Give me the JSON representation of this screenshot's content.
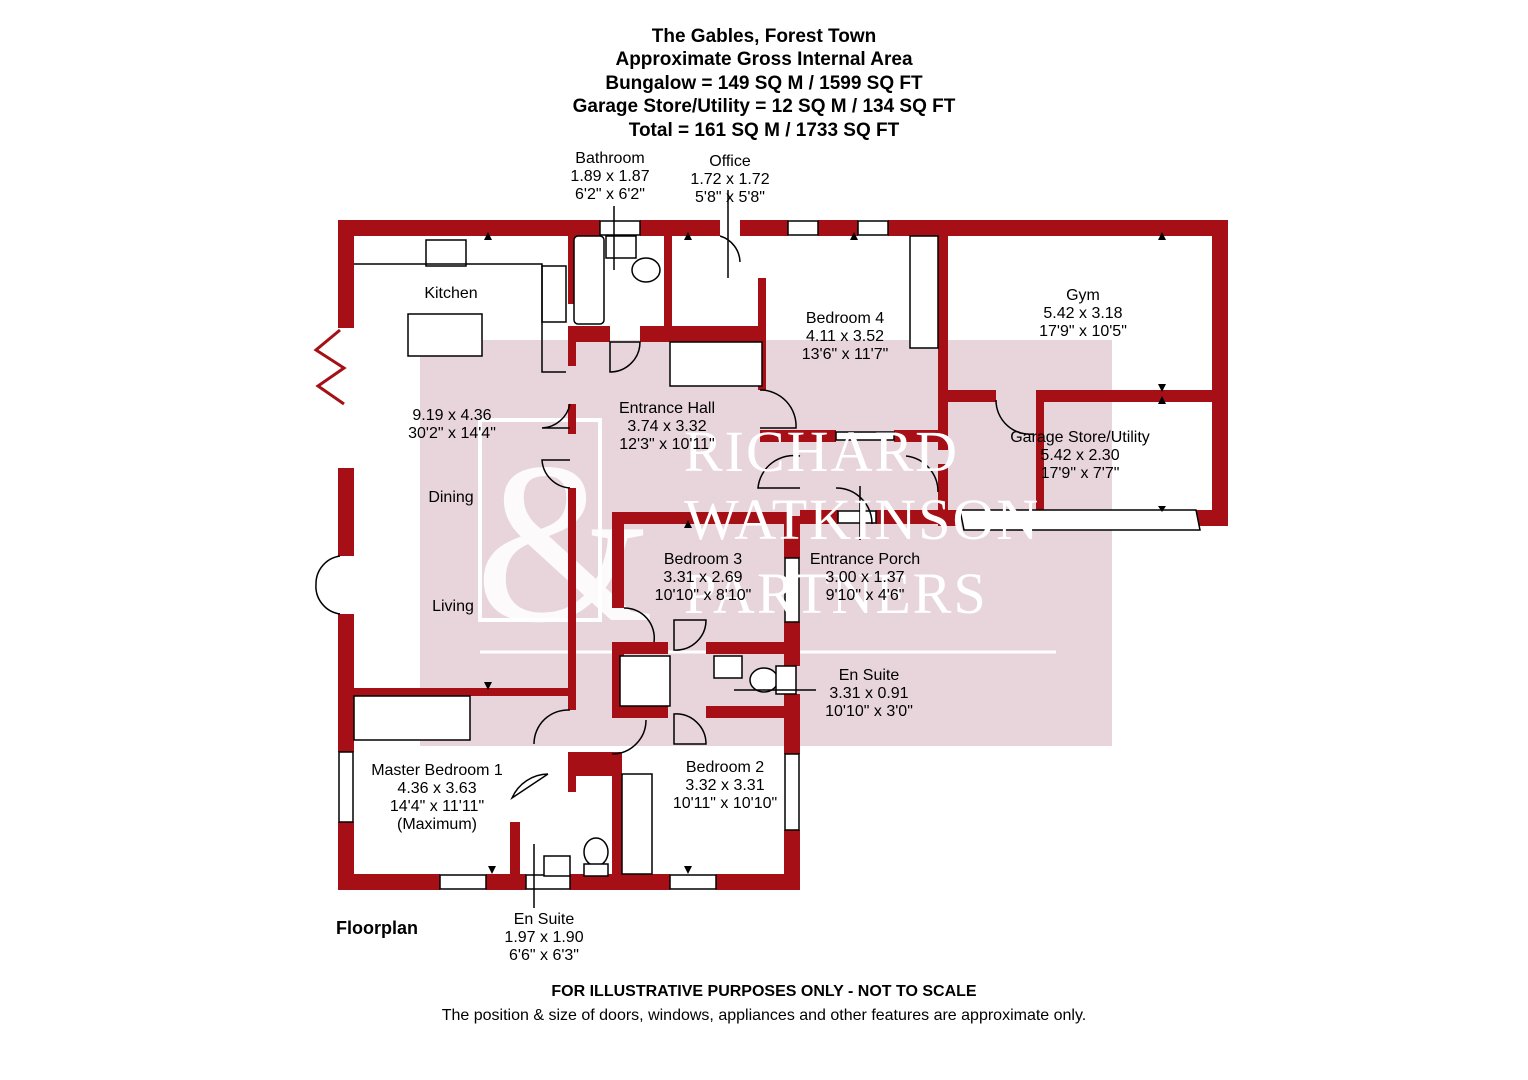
{
  "header": {
    "line1": "The Gables, Forest Town",
    "line2": "Approximate Gross Internal Area",
    "line3": "Bungalow = 149 SQ M / 1599 SQ FT",
    "line4": "Garage Store/Utility = 12 SQ M / 134 SQ FT",
    "line5": "Total = 161 SQ M / 1733 SQ FT"
  },
  "floor_label": "Floorplan",
  "footer": {
    "disclaimer": "FOR ILLUSTRATIVE PURPOSES ONLY - NOT TO SCALE",
    "note": "The position & size of doors, windows, appliances and other features are approximate only."
  },
  "watermark": {
    "line1": "RICHARD",
    "line2": "WATKINSON",
    "line3": "PARTNERS"
  },
  "colors": {
    "wall": "#a50f15",
    "watermark_bg": "#e8d5dc",
    "outline": "#000000"
  },
  "rooms": {
    "bathroom": {
      "name": "Bathroom",
      "metric": "1.89 x 1.87",
      "imperial": "6'2\" x 6'2\""
    },
    "office": {
      "name": "Office",
      "metric": "1.72 x 1.72",
      "imperial": "5'8\" x 5'8\""
    },
    "kitchen": {
      "name": "Kitchen"
    },
    "living": {
      "metric": "9.19 x 4.36",
      "imperial": "30'2\" x 14'4\"",
      "dining": "Dining",
      "living": "Living"
    },
    "entrance_hall": {
      "name": "Entrance Hall",
      "metric": "3.74 x 3.32",
      "imperial": "12'3\" x 10'11\""
    },
    "bedroom4": {
      "name": "Bedroom 4",
      "metric": "4.11 x 3.52",
      "imperial": "13'6\" x 11'7\""
    },
    "gym": {
      "name": "Gym",
      "metric": "5.42 x 3.18",
      "imperial": "17'9\" x 10'5\""
    },
    "garage": {
      "name": "Garage Store/Utility",
      "metric": "5.42 x 2.30",
      "imperial": "17'9\" x 7'7\""
    },
    "bedroom3": {
      "name": "Bedroom 3",
      "metric": "3.31 x 2.69",
      "imperial": "10'10\" x 8'10\""
    },
    "porch": {
      "name": "Entrance Porch",
      "metric": "3.00 x 1.37",
      "imperial": "9'10\" x 4'6\""
    },
    "ensuite_b3": {
      "name": "En Suite",
      "metric": "3.31 x 0.91",
      "imperial": "10'10\" x 3'0\""
    },
    "master": {
      "name": "Master Bedroom 1",
      "metric": "4.36 x 3.63",
      "imperial": "14'4\" x 11'11\"",
      "note": "(Maximum)"
    },
    "bedroom2": {
      "name": "Bedroom 2",
      "metric": "3.32 x 3.31",
      "imperial": "10'11\" x 10'10\""
    },
    "ensuite_master": {
      "name": "En Suite",
      "metric": "1.97 x 1.90",
      "imperial": "6'6\" x 6'3\""
    }
  }
}
